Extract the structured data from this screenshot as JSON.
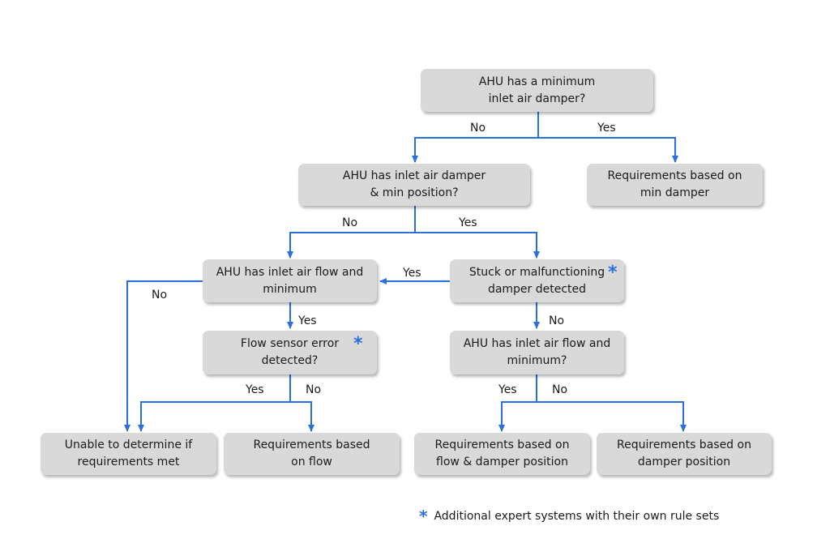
{
  "nodes": {
    "q_min_damper": [
      "AHU has a minimum",
      "inlet air damper?"
    ],
    "r_min_damper": [
      "Requirements based on",
      "min damper"
    ],
    "q_damper_min_pos": [
      "AHU has inlet air damper",
      "& min position?"
    ],
    "q_flow_min_left": [
      "AHU has inlet air flow and",
      "minimum"
    ],
    "q_stuck_damper": [
      "Stuck or malfunctioning",
      "damper detected"
    ],
    "q_flow_sensor": [
      "Flow sensor error",
      "detected?"
    ],
    "q_flow_min_right": [
      "AHU has inlet air flow and",
      "minimum?"
    ],
    "r_unable": [
      "Unable to determine  if",
      "requirements met"
    ],
    "r_flow": [
      "Requirements based",
      "on flow"
    ],
    "r_flow_damper": [
      "Requirements based on",
      "flow & damper position"
    ],
    "r_damper_pos": [
      "Requirements based on",
      "damper position"
    ]
  },
  "edge_labels": {
    "top_no": "No",
    "top_yes": "Yes",
    "mid_no": "No",
    "mid_yes": "Yes",
    "stuck_yes": "Yes",
    "flowleft_no": "No",
    "flowleft_yes": "Yes",
    "stuck_no": "No",
    "sensor_yes": "Yes",
    "sensor_no": "No",
    "flowright_yes": "Yes",
    "flowright_no": "No"
  },
  "marker": "*",
  "legend": {
    "marker": "*",
    "text": "Additional expert systems with their own rule sets"
  },
  "colors": {
    "connector": "#2a6fe0",
    "box_fill": "#d9d9d9",
    "marker": "#2a6fe0"
  }
}
